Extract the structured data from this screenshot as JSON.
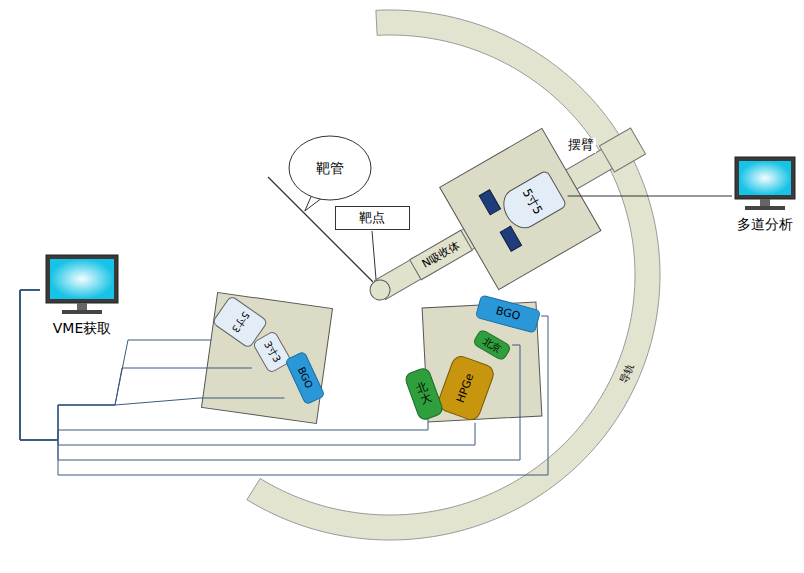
{
  "diagram": {
    "nodes": [
      {
        "text": [
          "导轨"
        ]
      },
      {
        "text": [
          "靶管"
        ]
      },
      {
        "text": [
          "靶点"
        ]
      },
      {
        "text": [
          "N吸收体"
        ]
      },
      {
        "text": [
          "5寸5"
        ]
      },
      {
        "text": [
          "多道分析"
        ]
      },
      {
        "text": [
          "VME获取"
        ]
      },
      {
        "text": [
          "5寸3"
        ]
      },
      {
        "text": [
          "3寸3"
        ]
      },
      {
        "text": [
          "BGO"
        ]
      },
      {
        "text": [
          "BGO"
        ]
      },
      {
        "text": [
          "北京"
        ]
      },
      {
        "text": [
          "HPGe"
        ]
      },
      {
        "text": [
          "北大"
        ]
      }
    ],
    "edges": [
      {
        "from": 4,
        "to": 5,
        "arrow": "none"
      },
      {
        "from": 6,
        "to": 7,
        "arrow": "none"
      },
      {
        "from": 6,
        "to": 8,
        "arrow": "none"
      },
      {
        "from": 6,
        "to": 9,
        "arrow": "none"
      },
      {
        "from": 6,
        "to": 13,
        "arrow": "none"
      },
      {
        "from": 6,
        "to": 12,
        "arrow": "none"
      },
      {
        "from": 6,
        "to": 11,
        "arrow": "none"
      },
      {
        "from": 6,
        "to": 10,
        "arrow": "none"
      }
    ],
    "labels": [
      "摆臂"
    ]
  }
}
